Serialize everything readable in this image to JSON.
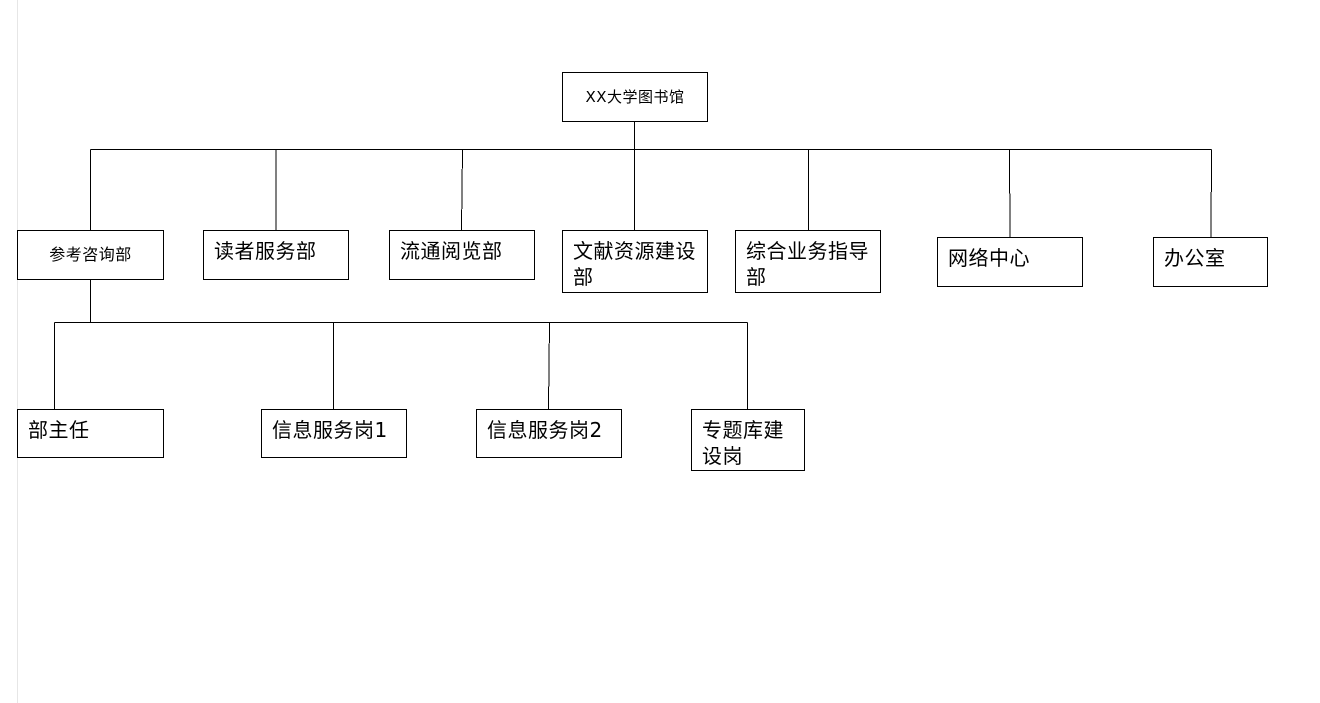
{
  "diagram": {
    "root": {
      "id": "root",
      "label": "XX大学图书馆"
    },
    "departments": [
      {
        "id": "d1",
        "label": "参考咨询部"
      },
      {
        "id": "d2",
        "label": "读者服务部"
      },
      {
        "id": "d3",
        "label": "流通阅览部"
      },
      {
        "id": "d4",
        "label": "文献资源建设部"
      },
      {
        "id": "d5",
        "label": "综合业务指导部"
      },
      {
        "id": "d6",
        "label": "网络中心"
      },
      {
        "id": "d7",
        "label": "办公室"
      }
    ],
    "sub_units": [
      {
        "id": "s1",
        "parent": "d1",
        "label": "部主任"
      },
      {
        "id": "s2",
        "parent": "d1",
        "label": "信息服务岗1"
      },
      {
        "id": "s3",
        "parent": "d1",
        "label": "信息服务岗2"
      },
      {
        "id": "s4",
        "parent": "d1",
        "label": "专题库建设岗"
      }
    ],
    "line_color": "#000000"
  }
}
